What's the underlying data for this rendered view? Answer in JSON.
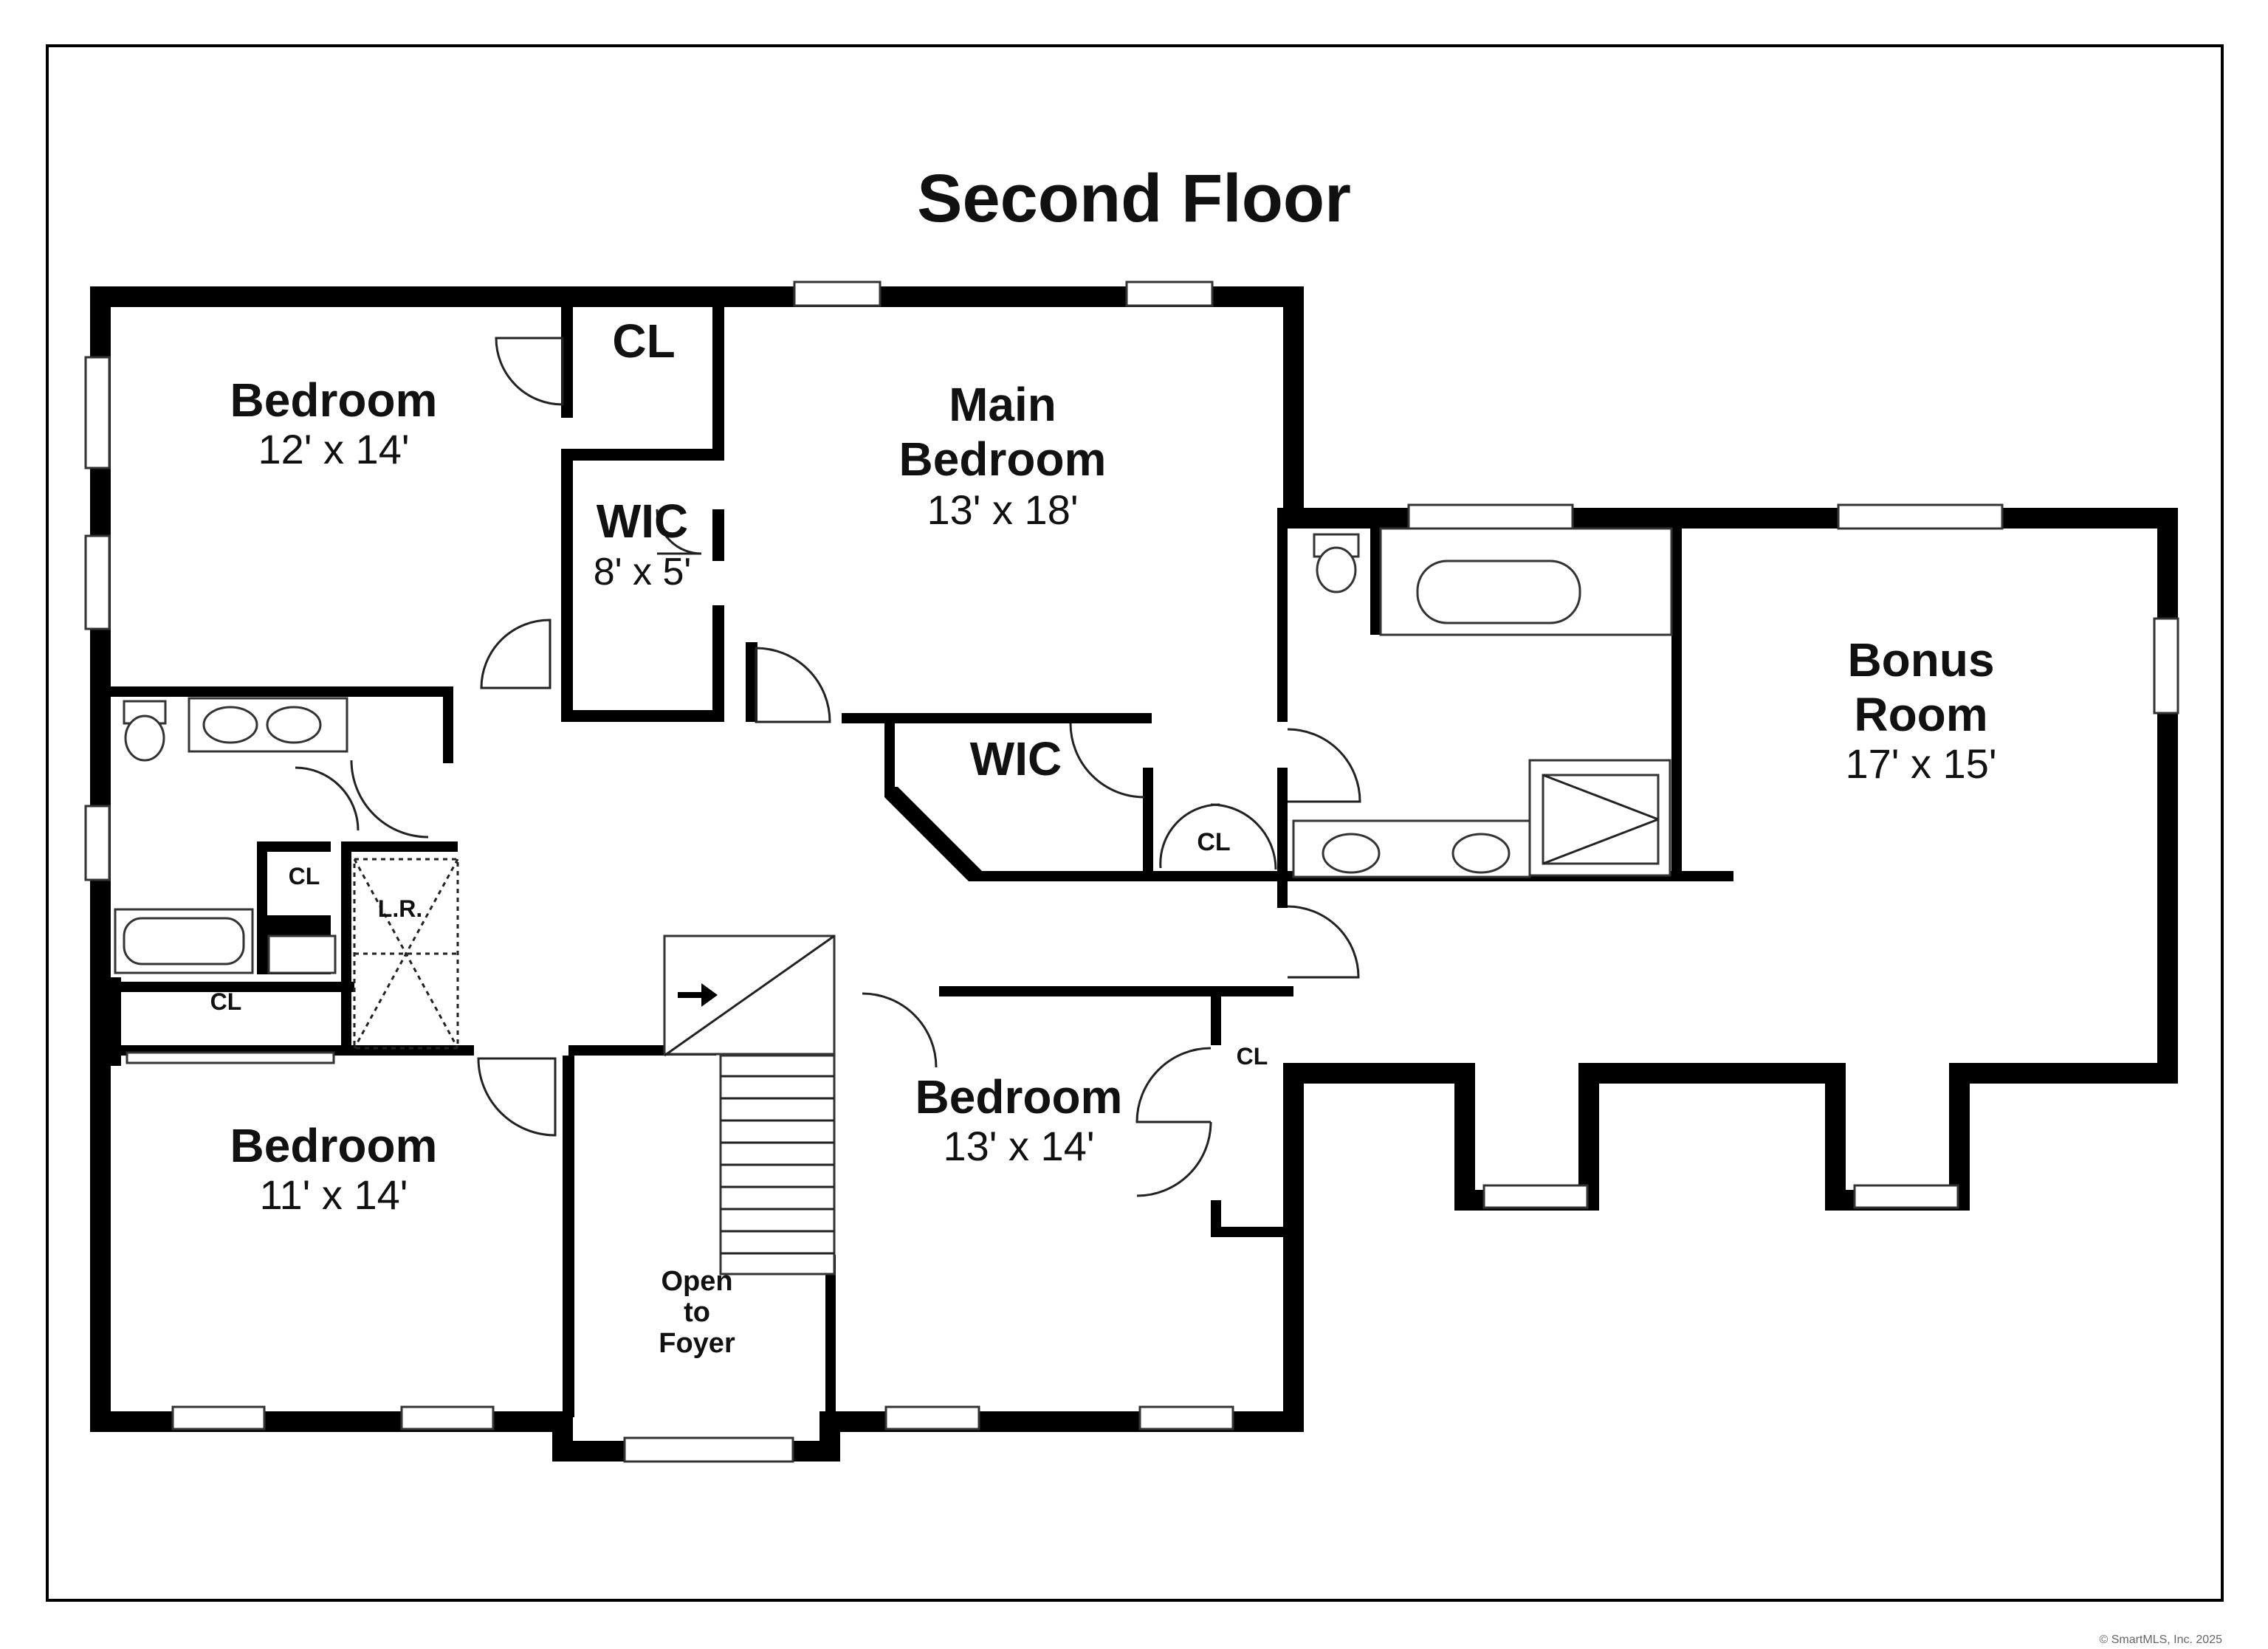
{
  "title": "Second Floor",
  "copyright": "© SmartMLS, Inc. 2025",
  "rooms": {
    "bedroom_nw": {
      "name": "Bedroom",
      "size": "12' x 14'"
    },
    "closet_nw": {
      "name": "CL"
    },
    "wic_small": {
      "name": "WIC",
      "size": "8' x 5'"
    },
    "main_bedroom": {
      "line1": "Main",
      "line2": "Bedroom",
      "size": "13' x 18'"
    },
    "wic_main": {
      "name": "WIC"
    },
    "closet_main": {
      "name": "CL"
    },
    "bonus_room": {
      "line1": "Bonus",
      "line2": "Room",
      "size": "17' x 15'"
    },
    "closet_hall": {
      "name": "CL"
    },
    "linen_room": {
      "name": "L.R."
    },
    "closet_bath": {
      "name": "CL"
    },
    "bedroom_sw": {
      "name": "Bedroom",
      "size": "11' x 14'"
    },
    "open_foyer": {
      "line1": "Open",
      "line2": "to",
      "line3": "Foyer"
    },
    "bedroom_s": {
      "name": "Bedroom",
      "size": "13' x 14'"
    },
    "closet_s": {
      "name": "CL"
    }
  }
}
